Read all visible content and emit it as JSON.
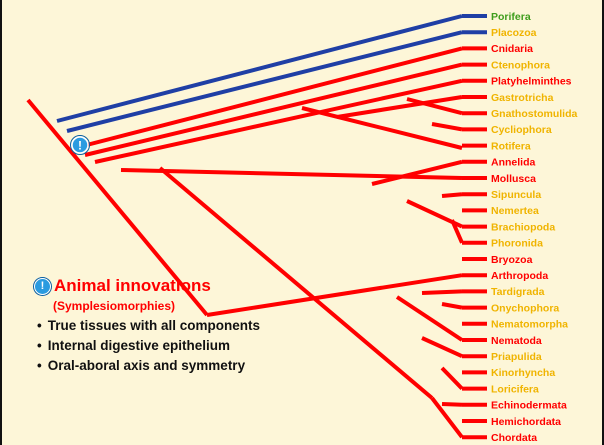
{
  "colors": {
    "background": "#fdf6d8",
    "outgroup_branch": "#1f3fa5",
    "animal_branch": "#ff0000",
    "label_green": "#3f9d1c",
    "label_yellow": "#f0b400",
    "label_red": "#ff0000",
    "badge": "#2a9be0"
  },
  "taxa": [
    {
      "name": "Porifera",
      "color": "green"
    },
    {
      "name": "Placozoa",
      "color": "yellow"
    },
    {
      "name": "Cnidaria",
      "color": "red"
    },
    {
      "name": "Ctenophora",
      "color": "yellow"
    },
    {
      "name": "Platyhelminthes",
      "color": "red"
    },
    {
      "name": "Gastrotricha",
      "color": "yellow"
    },
    {
      "name": "Gnathostomulida",
      "color": "yellow"
    },
    {
      "name": "Cycliophora",
      "color": "yellow"
    },
    {
      "name": "Rotifera",
      "color": "yellow"
    },
    {
      "name": "Annelida",
      "color": "red"
    },
    {
      "name": "Mollusca",
      "color": "red"
    },
    {
      "name": "Sipuncula",
      "color": "yellow"
    },
    {
      "name": "Nemertea",
      "color": "yellow"
    },
    {
      "name": "Brachiopoda",
      "color": "yellow"
    },
    {
      "name": "Phoronida",
      "color": "yellow"
    },
    {
      "name": "Bryozoa",
      "color": "red"
    },
    {
      "name": "Arthropoda",
      "color": "red"
    },
    {
      "name": "Tardigrada",
      "color": "yellow"
    },
    {
      "name": "Onychophora",
      "color": "yellow"
    },
    {
      "name": "Nematomorpha",
      "color": "yellow"
    },
    {
      "name": "Nematoda",
      "color": "red"
    },
    {
      "name": "Priapulida",
      "color": "yellow"
    },
    {
      "name": "Kinorhyncha",
      "color": "yellow"
    },
    {
      "name": "Loricifera",
      "color": "yellow"
    },
    {
      "name": "Echinodermata",
      "color": "red"
    },
    {
      "name": "Hemichordata",
      "color": "red"
    },
    {
      "name": "Chordata",
      "color": "red"
    }
  ],
  "node_badge_icon": "info-exclamation-icon",
  "node_badge_text": "!",
  "legend": {
    "title": "Animal innovations",
    "subtitle": "(Symplesiomorphies)",
    "items": [
      "True tissues with all components",
      "Internal digestive epithelium",
      "Oral-aboral axis and symmetry"
    ]
  }
}
